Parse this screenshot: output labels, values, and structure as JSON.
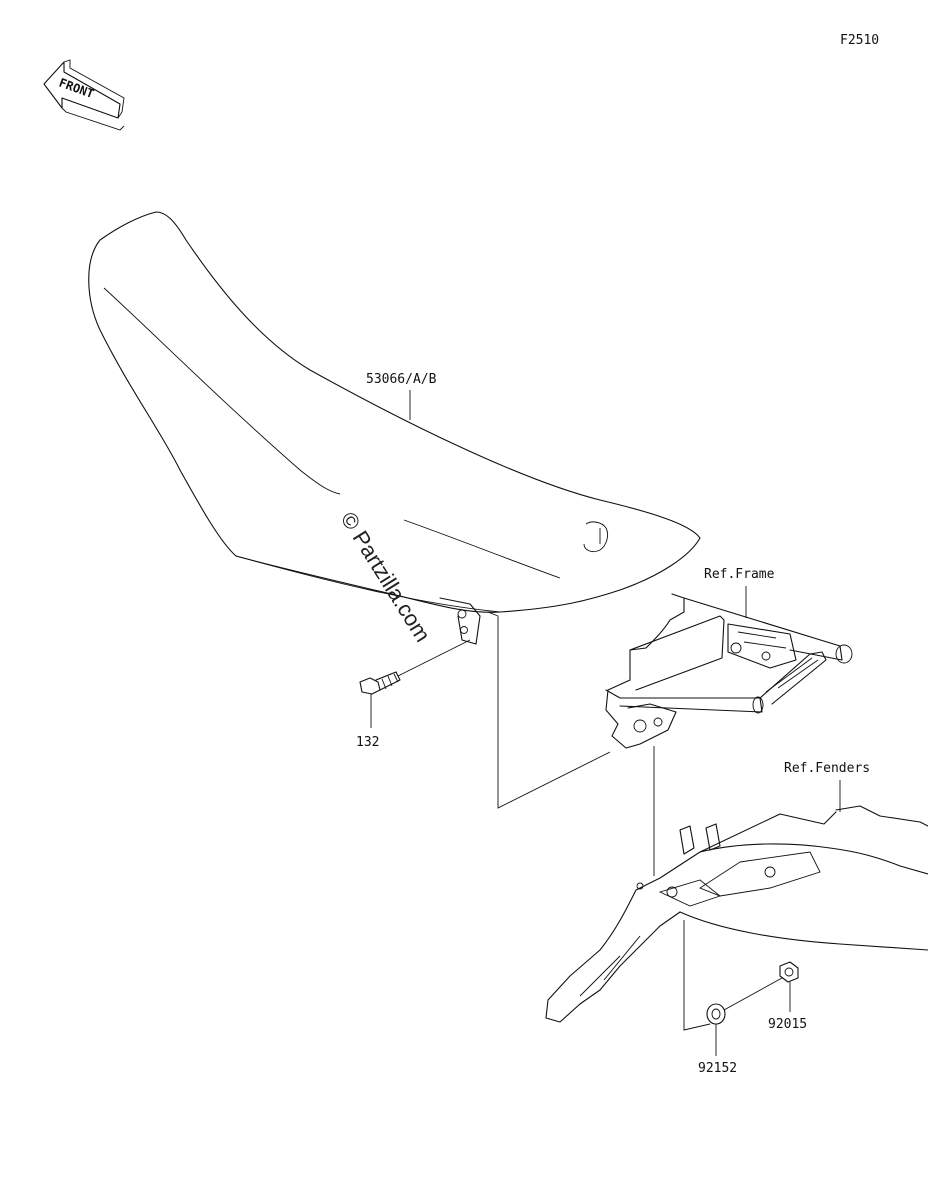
{
  "diagram_id": "F2510",
  "front_label": "FRONT",
  "watermark": "© Partzilla.com",
  "parts": [
    {
      "id": "53066/A/B"
    },
    {
      "id": "132"
    },
    {
      "id": "92152"
    },
    {
      "id": "92015"
    }
  ],
  "references": [
    {
      "label": "Ref.Frame"
    },
    {
      "label": "Ref.Fenders"
    }
  ]
}
